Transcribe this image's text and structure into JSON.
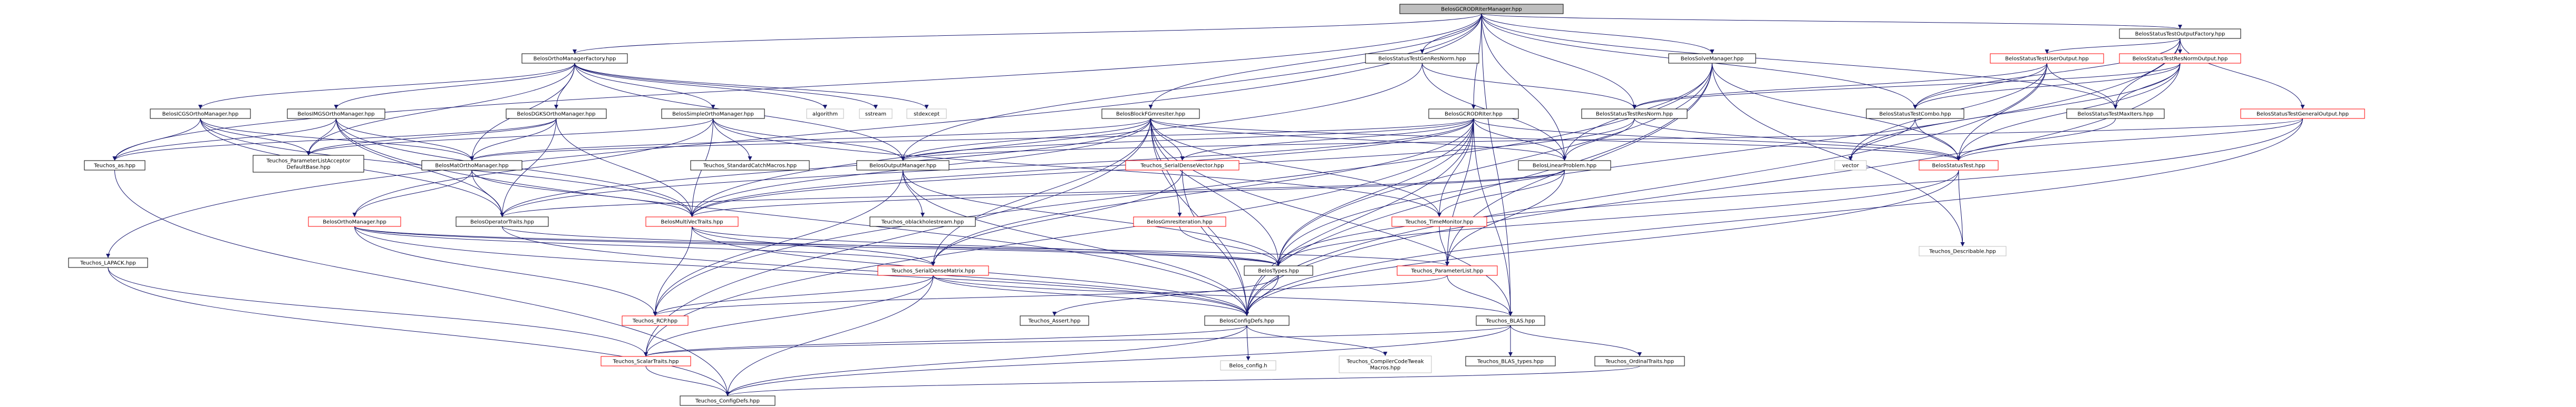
{
  "colors": {
    "root_fill": "#bfbfbf",
    "root_stroke": "#000000",
    "node_fill": "#ffffff",
    "node_stroke": "#000000",
    "red_stroke": "#ff0000",
    "grey_stroke": "#bfbfbf",
    "edge": "#191970"
  },
  "nodes": [
    {
      "id": "root",
      "lines": [
        "BelosGCRODRIterManager.hpp"
      ],
      "style": "root"
    },
    {
      "id": "lapack",
      "lines": [
        "Teuchos_LAPACK.hpp"
      ],
      "style": "normal"
    },
    {
      "id": "orthofac",
      "lines": [
        "BelosOrthoManagerFactory.hpp"
      ],
      "style": "normal"
    },
    {
      "id": "cgs",
      "lines": [
        "BelosICGSOrthoManager.hpp"
      ],
      "style": "normal"
    },
    {
      "id": "imgs",
      "lines": [
        "BelosIMGSOrthoManager.hpp"
      ],
      "style": "normal"
    },
    {
      "id": "dgks",
      "lines": [
        "BelosDGKSOrthoManager.hpp"
      ],
      "style": "normal"
    },
    {
      "id": "simple",
      "lines": [
        "BelosSimpleOrthoManager.hpp"
      ],
      "style": "normal"
    },
    {
      "id": "algorithm",
      "lines": [
        "algorithm"
      ],
      "style": "grey"
    },
    {
      "id": "sstream",
      "lines": [
        "sstream"
      ],
      "style": "grey"
    },
    {
      "id": "stdexcept",
      "lines": [
        "stdexcept"
      ],
      "style": "grey"
    },
    {
      "id": "blockgm",
      "lines": [
        "BelosBlockFGmresIter.hpp"
      ],
      "style": "normal"
    },
    {
      "id": "getresnorm",
      "lines": [
        "BelosStatusTestGenResNorm.hpp"
      ],
      "style": "normal"
    },
    {
      "id": "gcrodriter",
      "lines": [
        "BelosGCRODRIter.hpp"
      ],
      "style": "normal"
    },
    {
      "id": "solvemgr",
      "lines": [
        "BelosSolveManager.hpp"
      ],
      "style": "normal"
    },
    {
      "id": "outputfac",
      "lines": [
        "BelosStatusTestOutputFactory.hpp"
      ],
      "style": "normal"
    },
    {
      "id": "useroutput",
      "lines": [
        "BelosStatusTestUserOutput.hpp"
      ],
      "style": "red"
    },
    {
      "id": "resnormout",
      "lines": [
        "BelosStatusTestResNormOutput.hpp"
      ],
      "style": "red"
    },
    {
      "id": "genoutput",
      "lines": [
        "BelosStatusTestGeneralOutput.hpp"
      ],
      "style": "red"
    },
    {
      "id": "statusresnorm",
      "lines": [
        "BelosStatusTestResNorm.hpp"
      ],
      "style": "normal"
    },
    {
      "id": "combo",
      "lines": [
        "BelosStatusTestCombo.hpp"
      ],
      "style": "normal"
    },
    {
      "id": "maxiters",
      "lines": [
        "BelosStatusTestMaxIters.hpp"
      ],
      "style": "normal"
    },
    {
      "id": "aspp",
      "lines": [
        "Teuchos_as.hpp"
      ],
      "style": "normal"
    },
    {
      "id": "plistacc",
      "lines": [
        "Teuchos_ParameterListAcceptor",
        "DefaultBase.hpp"
      ],
      "style": "normal"
    },
    {
      "id": "matortho",
      "lines": [
        "BelosMatOrthoManager.hpp"
      ],
      "style": "normal"
    },
    {
      "id": "stdcatch",
      "lines": [
        "Teuchos_StandardCatchMacros.hpp"
      ],
      "style": "normal"
    },
    {
      "id": "outputmgr",
      "lines": [
        "BelosOutputManager.hpp"
      ],
      "style": "normal"
    },
    {
      "id": "serialdv",
      "lines": [
        "Teuchos_SerialDenseVector.hpp"
      ],
      "style": "red"
    },
    {
      "id": "linprob",
      "lines": [
        "BelosLinearProblem.hpp"
      ],
      "style": "normal"
    },
    {
      "id": "vector",
      "lines": [
        "vector"
      ],
      "style": "grey"
    },
    {
      "id": "statustest",
      "lines": [
        "BelosStatusTest.hpp"
      ],
      "style": "red"
    },
    {
      "id": "orthomgr",
      "lines": [
        "BelosOrthoManager.hpp"
      ],
      "style": "red"
    },
    {
      "id": "optraits",
      "lines": [
        "BelosOperatorTraits.hpp"
      ],
      "style": "normal"
    },
    {
      "id": "mvtraits",
      "lines": [
        "BelosMultiVecTraits.hpp"
      ],
      "style": "red"
    },
    {
      "id": "oblack",
      "lines": [
        "Teuchos_oblackholestream.hpp"
      ],
      "style": "normal"
    },
    {
      "id": "timemon",
      "lines": [
        "Teuchos_TimeMonitor.hpp"
      ],
      "style": "red"
    },
    {
      "id": "describable",
      "lines": [
        "Teuchos_Describable.hpp"
      ],
      "style": "grey"
    },
    {
      "id": "givens",
      "lines": [
        "BelosGmresIteration.hpp"
      ],
      "style": "red"
    },
    {
      "id": "types",
      "lines": [
        "BelosTypes.hpp"
      ],
      "style": "normal"
    },
    {
      "id": "sdmatrix",
      "lines": [
        "Teuchos_SerialDenseMatrix.hpp"
      ],
      "style": "red"
    },
    {
      "id": "plist",
      "lines": [
        "Teuchos_ParameterList.hpp"
      ],
      "style": "red"
    },
    {
      "id": "rcp",
      "lines": [
        "Teuchos_RCP.hpp"
      ],
      "style": "red"
    },
    {
      "id": "assert",
      "lines": [
        "Teuchos_Assert.hpp"
      ],
      "style": "normal"
    },
    {
      "id": "configdefs",
      "lines": [
        "BelosConfigDefs.hpp"
      ],
      "style": "normal"
    },
    {
      "id": "blas",
      "lines": [
        "Teuchos_BLAS.hpp"
      ],
      "style": "normal"
    },
    {
      "id": "scalartraits",
      "lines": [
        "Teuchos_ScalarTraits.hpp"
      ],
      "style": "red"
    },
    {
      "id": "belosconfig",
      "lines": [
        "Belos_config.h"
      ],
      "style": "grey"
    },
    {
      "id": "compilercode",
      "lines": [
        "Teuchos_CompilerCodeTweak",
        "Macros.hpp"
      ],
      "style": "grey"
    },
    {
      "id": "blastypes",
      "lines": [
        "Teuchos_BLAS_types.hpp"
      ],
      "style": "normal"
    },
    {
      "id": "ordinal",
      "lines": [
        "Teuchos_OrdinalTraits.hpp"
      ],
      "style": "normal"
    },
    {
      "id": "teuchosconfig",
      "lines": [
        "Teuchos_ConfigDefs.hpp"
      ],
      "style": "normal"
    }
  ]
}
